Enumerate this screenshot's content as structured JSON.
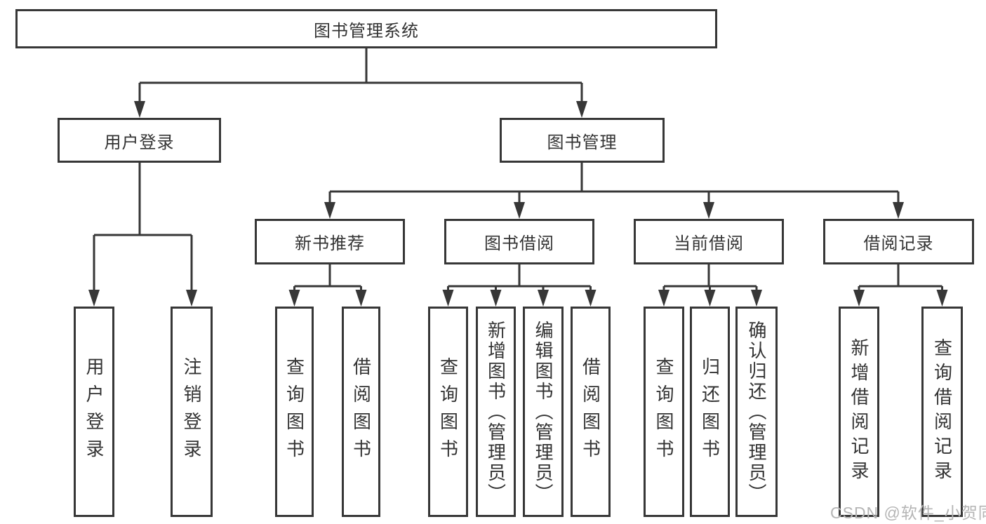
{
  "colors": {
    "line": "#373737",
    "text": "#333333",
    "background": "#ffffff",
    "watermark_text": "#b5b5b5"
  },
  "watermark": {
    "text": "CSDN @软件_小贺同学"
  },
  "tree": {
    "label": "图书管理系统",
    "children": [
      {
        "label": "用户登录",
        "children": [
          {
            "label": "用户登录"
          },
          {
            "label": "注销登录"
          }
        ]
      },
      {
        "label": "图书管理",
        "children": [
          {
            "label": "新书推荐",
            "children": [
              {
                "label": "查询图书"
              },
              {
                "label": "借阅图书"
              }
            ]
          },
          {
            "label": "图书借阅",
            "children": [
              {
                "label": "查询图书"
              },
              {
                "label": "新增图书（管理员）"
              },
              {
                "label": "编辑图书（管理员）"
              },
              {
                "label": "借阅图书"
              }
            ]
          },
          {
            "label": "当前借阅",
            "children": [
              {
                "label": "查询图书"
              },
              {
                "label": "归还图书"
              },
              {
                "label": "确认归还（管理员）"
              }
            ]
          },
          {
            "label": "借阅记录",
            "children": [
              {
                "label": "新增借阅记录"
              },
              {
                "label": "查询借阅记录"
              }
            ]
          }
        ]
      }
    ]
  }
}
